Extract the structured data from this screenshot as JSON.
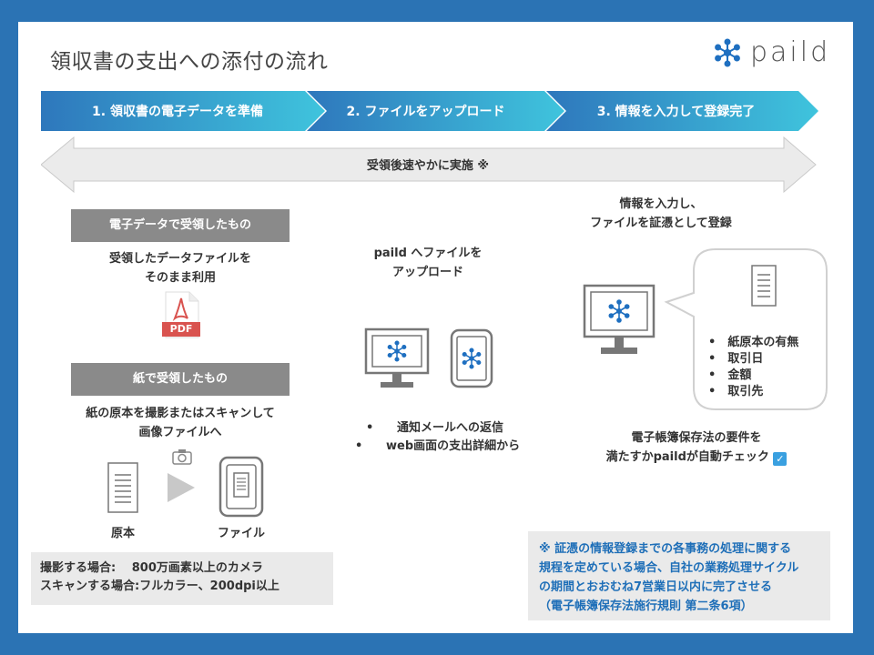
{
  "title": "領収書の支出への添付の流れ",
  "logo": {
    "text": "paild"
  },
  "steps": [
    {
      "label": "1. 領収書の電子データを準備"
    },
    {
      "label": "2. ファイルをアップロード"
    },
    {
      "label": "3. 情報を入力して登録完了"
    }
  ],
  "timeline": {
    "label": "受領後速やかに実施 ※"
  },
  "col1": {
    "electronic_header": "電子データで受領したもの",
    "electronic_desc_1": "受領したデータファイルを",
    "electronic_desc_2": "そのまま利用",
    "pdf_label": "PDF",
    "paper_header": "紙で受領したもの",
    "paper_desc_1": "紙の原本を撮影またはスキャンして",
    "paper_desc_2": "画像ファイルへ",
    "original_label": "原本",
    "file_label": "ファイル",
    "note_line_1": "撮影する場合:　 800万画素以上のカメラ",
    "note_line_2": "スキャンする場合:フルカラー、200dpi以上"
  },
  "col2": {
    "upload_1": "paild へファイルを",
    "upload_2": "アップロード",
    "bullets": [
      "通知メールへの返信",
      "web画面の支出詳細から"
    ]
  },
  "col3": {
    "header_1": "情報を入力し、",
    "header_2": "ファイルを証憑として登録",
    "bubble_items": [
      "紙原本の有無",
      "取引日",
      "金額",
      "取引先"
    ],
    "check_1": "電子帳簿保存法の要件を",
    "check_2": "満たすかpaildが自動チェック",
    "check_icon": "✓"
  },
  "footnote": {
    "line_1": "※ 証憑の情報登録までの各事務の処理に関する",
    "line_2": "規程を定めている場合、自社の業務処理サイクル",
    "line_3": "の期間とおおむね7営業日以内に完了させる",
    "line_4": "（電子帳簿保存法施行規則 第二条6項）"
  },
  "colors": {
    "frame": "#2b73b4",
    "step_start": "#2e77bc",
    "step_end": "#3fc4dd",
    "accent_blue": "#1f6fb8",
    "icon_blue": "#1e6fc0"
  }
}
